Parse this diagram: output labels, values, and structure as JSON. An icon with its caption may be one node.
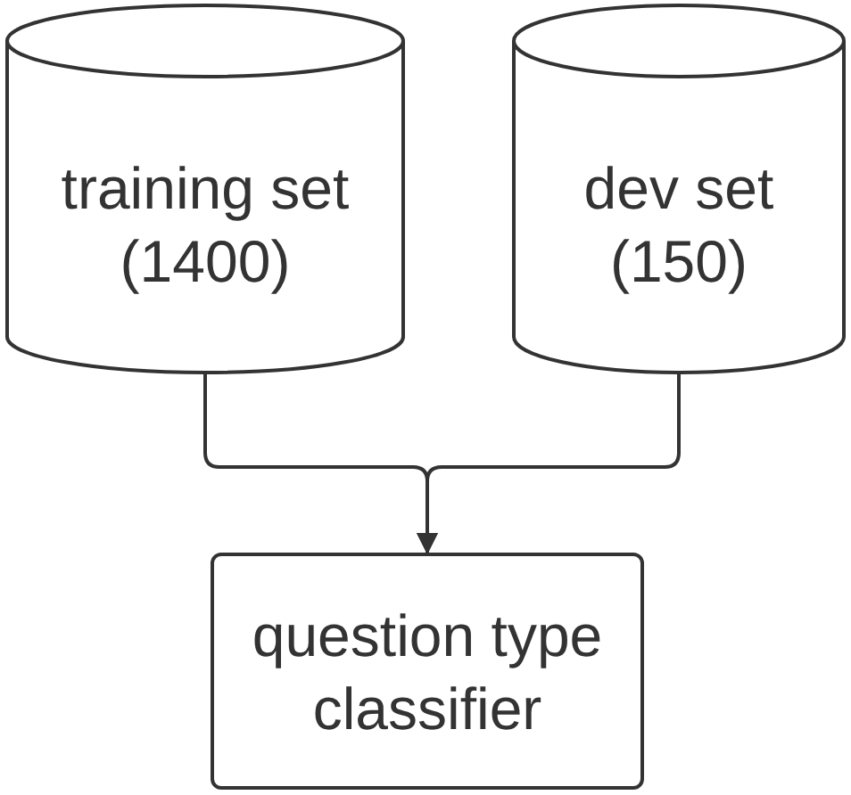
{
  "diagram": {
    "nodes": [
      {
        "text": [
          "training set (1400)"
        ]
      },
      {
        "text": [
          "dev set (150)"
        ]
      },
      {
        "text": [
          "question type classifier"
        ]
      }
    ],
    "edges": [
      {
        "from": 0,
        "to": 2,
        "arrow": "to"
      },
      {
        "from": 1,
        "to": 2,
        "arrow": "to"
      }
    ]
  }
}
